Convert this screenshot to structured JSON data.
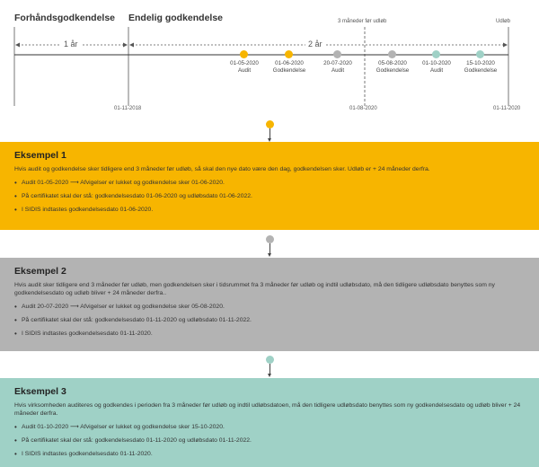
{
  "colors": {
    "yellow": "#f7b500",
    "gray": "#b3b3b3",
    "teal": "#9fd1c6",
    "dark": "#333333"
  },
  "timeline": {
    "phase_pre": "Forhåndsgodkendelse",
    "phase_final": "Endelig godkendelse",
    "three_months_label": "3 måneder før udløb",
    "expiry_label": "Udløb",
    "span_pre": "1 år",
    "span_final": "2 år",
    "date_start": "01-11-2018",
    "date_three_months": "01-08-2020",
    "date_expiry": "01-11-2020",
    "events": [
      {
        "date": "01-05-2020",
        "label": "Audit",
        "color": "#f7b500"
      },
      {
        "date": "01-06-2020",
        "label": "Godkendelse",
        "color": "#f7b500"
      },
      {
        "date": "20-07-2020",
        "label": "Audit",
        "color": "#b3b3b3"
      },
      {
        "date": "05-08-2020",
        "label": "Godkendelse",
        "color": "#b3b3b3"
      },
      {
        "date": "01-10-2020",
        "label": "Audit",
        "color": "#9fd1c6"
      },
      {
        "date": "15-10-2020",
        "label": "Godkendelse",
        "color": "#9fd1c6"
      }
    ]
  },
  "examples": [
    {
      "title": "Eksempel 1",
      "color": "#f7b500",
      "text": "Hvis audit og godkendelse sker tidligere end 3 måneder før udløb, så skal den nye dato være den dag, godkendelsen sker. Udløb er + 24 måneder derfra.",
      "bullets": [
        "Audit 01-05-2020 ⟶ Afvigelser er lukket og godkendelse sker 01-06-2020.",
        "På certifikatet skal der stå: godkendelsesdato 01-06-2020 og udløbsdato 01-06-2022.",
        "I SIDIS indtastes godkendelsesdato 01-06-2020."
      ]
    },
    {
      "title": "Eksempel 2",
      "color": "#b3b3b3",
      "text": "Hvis audit sker tidligere end 3 måneder før udløb, men godkendelsen sker i tidsrummet fra 3 måneder før udløb og indtil udløbsdato, må den tidligere udløbsdato benyttes som ny godkendelsesdato og udløb bliver + 24 måneder derfra..",
      "bullets": [
        "Audit 20-07-2020 ⟶ Afvigelser er lukket og godkendelse sker 05-08-2020.",
        "På certifikatet skal der stå: godkendelsesdato 01-11-2020 og udløbsdato 01-11-2022.",
        "I SIDIS indtastes godkendelsesdato 01-11-2020."
      ]
    },
    {
      "title": "Eksempel 3",
      "color": "#9fd1c6",
      "text": "Hvis virksomheden auditeres og godkendes i perioden fra 3 måneder før udløb og indtil udløbsdatoen, må den tidligere udløbsdato benyttes som ny godkendelsesdato og udløb bliver + 24 måneder derfra.",
      "bullets": [
        "Audit 01-10-2020 ⟶ Afvigelser er lukket og godkendelse sker 15-10-2020.",
        "På certifikatet skal der stå: godkendelsesdato 01-11-2020 og udløbsdato 01-11-2022.",
        "I SIDIS indtastes godkendelsesdato 01-11-2020."
      ]
    }
  ]
}
